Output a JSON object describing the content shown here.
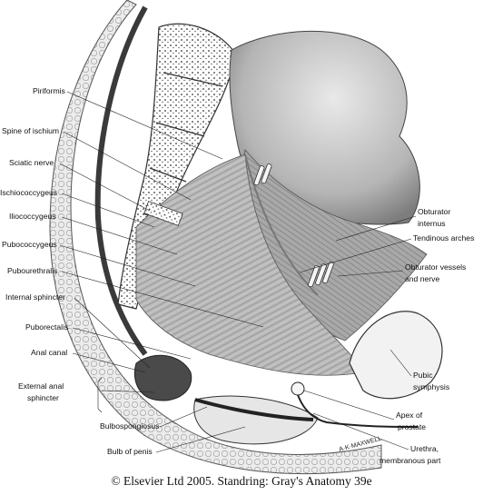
{
  "labels_left": [
    {
      "id": "piriformis",
      "text": "Piriformis"
    },
    {
      "id": "spine-of-ischium",
      "text": "Spine of ischium"
    },
    {
      "id": "sciatic-nerve",
      "text": "Sciatic nerve"
    },
    {
      "id": "ischiococcygeus",
      "text": "Ischiococcygeus"
    },
    {
      "id": "iliococcygeus",
      "text": "Iliococcygeus"
    },
    {
      "id": "pubococcygeus",
      "text": "Pubococcygeus"
    },
    {
      "id": "puborethralis",
      "text": "Pubourethralis"
    },
    {
      "id": "internal-sphincter",
      "text": "Internal sphincter"
    },
    {
      "id": "puborectalis",
      "text": "Puborectalis"
    },
    {
      "id": "anal-canal",
      "text": "Anal canal"
    },
    {
      "id": "external-anal-sphincter-1",
      "text": "External anal"
    },
    {
      "id": "external-anal-sphincter-2",
      "text": "sphincter"
    },
    {
      "id": "bulbospongiosus",
      "text": "Bulbospongiosus"
    },
    {
      "id": "bulb-of-penis",
      "text": "Bulb of penis"
    }
  ],
  "labels_right": [
    {
      "id": "obturator-internus-1",
      "text": "Obturator"
    },
    {
      "id": "obturator-internus-2",
      "text": "internus"
    },
    {
      "id": "tendinous-arches",
      "text": "Tendinous arches"
    },
    {
      "id": "obturator-vessels-1",
      "text": "Obturator vessels"
    },
    {
      "id": "obturator-vessels-2",
      "text": "and nerve"
    },
    {
      "id": "pubic-symphysis-1",
      "text": "Pubic"
    },
    {
      "id": "pubic-symphysis-2",
      "text": "symphysis"
    },
    {
      "id": "apex-of-prostate-1",
      "text": "Apex of"
    },
    {
      "id": "apex-of-prostate-2",
      "text": "prostate"
    },
    {
      "id": "urethra-1",
      "text": "Urethra,"
    },
    {
      "id": "urethra-2",
      "text": "membranous part"
    }
  ],
  "signature": "A·K·MAXWELL",
  "caption": "© Elsevier Ltd 2005. Standring: Gray's Anatomy 39e"
}
